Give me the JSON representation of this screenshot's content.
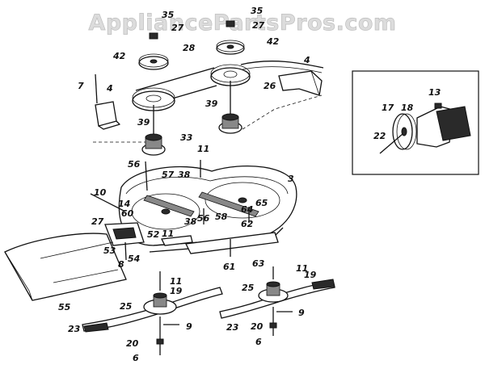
{
  "watermark": "AppliancePartsPros.com",
  "callouts": [
    {
      "id": "c35a",
      "text": "35"
    },
    {
      "id": "c27a",
      "text": "27"
    },
    {
      "id": "c28",
      "text": "28"
    },
    {
      "id": "c42a",
      "text": "42"
    },
    {
      "id": "c35b",
      "text": "35"
    },
    {
      "id": "c27b",
      "text": "27"
    },
    {
      "id": "c42b",
      "text": "42"
    },
    {
      "id": "c4a",
      "text": "4"
    },
    {
      "id": "c7",
      "text": "7"
    },
    {
      "id": "c4b",
      "text": "4"
    },
    {
      "id": "c26",
      "text": "26"
    },
    {
      "id": "c39a",
      "text": "39"
    },
    {
      "id": "c33",
      "text": "33"
    },
    {
      "id": "c39b",
      "text": "39"
    },
    {
      "id": "c11a",
      "text": "11"
    },
    {
      "id": "c56a",
      "text": "56"
    },
    {
      "id": "c38a",
      "text": "38"
    },
    {
      "id": "c57",
      "text": "57"
    },
    {
      "id": "c3",
      "text": "3"
    },
    {
      "id": "c10",
      "text": "10"
    },
    {
      "id": "c14",
      "text": "14"
    },
    {
      "id": "c60",
      "text": "60"
    },
    {
      "id": "c38b",
      "text": "38"
    },
    {
      "id": "c56b",
      "text": "56"
    },
    {
      "id": "c58",
      "text": "58"
    },
    {
      "id": "c64",
      "text": "64"
    },
    {
      "id": "c65",
      "text": "65"
    },
    {
      "id": "c27c",
      "text": "27"
    },
    {
      "id": "c62",
      "text": "62"
    },
    {
      "id": "c53",
      "text": "53"
    },
    {
      "id": "c52",
      "text": "52"
    },
    {
      "id": "c11b",
      "text": "11"
    },
    {
      "id": "c8",
      "text": "8"
    },
    {
      "id": "c54",
      "text": "54"
    },
    {
      "id": "c61",
      "text": "61"
    },
    {
      "id": "c63",
      "text": "63"
    },
    {
      "id": "c55",
      "text": "55"
    },
    {
      "id": "c11c",
      "text": "11"
    },
    {
      "id": "c19a",
      "text": "19"
    },
    {
      "id": "c11d",
      "text": "11"
    },
    {
      "id": "c19b",
      "text": "19"
    },
    {
      "id": "c25a",
      "text": "25"
    },
    {
      "id": "c25b",
      "text": "25"
    },
    {
      "id": "c9a",
      "text": "9"
    },
    {
      "id": "c9b",
      "text": "9"
    },
    {
      "id": "c23a",
      "text": "23"
    },
    {
      "id": "c23b",
      "text": "23"
    },
    {
      "id": "c20a",
      "text": "20"
    },
    {
      "id": "c20b",
      "text": "20"
    },
    {
      "id": "c6a",
      "text": "6"
    },
    {
      "id": "c6b",
      "text": "6"
    },
    {
      "id": "c13",
      "text": "13"
    },
    {
      "id": "c17",
      "text": "17"
    },
    {
      "id": "c18",
      "text": "18"
    },
    {
      "id": "c22",
      "text": "22"
    }
  ]
}
